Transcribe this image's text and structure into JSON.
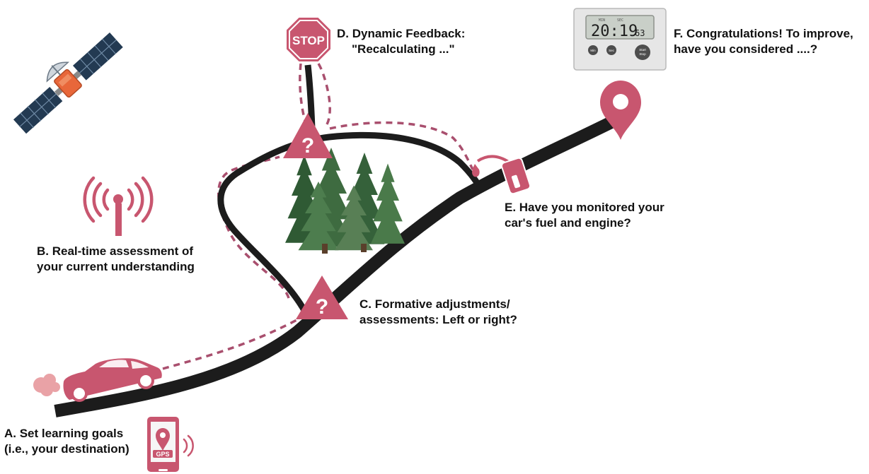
{
  "labels": {
    "a": {
      "line1": "A. Set learning goals",
      "line2": "(i.e., your destination)"
    },
    "b": {
      "line1": "B. Real-time assessment of",
      "line2": "your current understanding"
    },
    "c": {
      "line1": "C. Formative adjustments/",
      "line2": "assessments: Left or right?"
    },
    "d": {
      "line1": "D. Dynamic Feedback:",
      "line2": "\"Recalculating ...\""
    },
    "e": {
      "line1": "E. Have you monitored your",
      "line2": "car's fuel and engine?"
    },
    "f": {
      "line1": "F. Congratulations! To improve,",
      "line2": "have you considered ....?"
    }
  },
  "signs": {
    "stop": "STOP",
    "question": "?",
    "gps": "GPS"
  },
  "timer": {
    "time": "20:19",
    "hundredths": "63",
    "mode_left": "MIN",
    "mode_right": "SEC",
    "btn_min": "Min",
    "btn_sec": "Sec",
    "btn_start_line1": "Start",
    "btn_start_line2": "Stop"
  },
  "colors": {
    "accent": "#c8566f",
    "road": "#1c1c1c",
    "tree": "#3e6b40",
    "satellite_panel": "#233a52",
    "satellite_body": "#e8673a"
  },
  "icons": [
    "satellite-icon",
    "signal-tower-icon",
    "stop-sign-icon",
    "question-sign-icon",
    "tree-icon",
    "fuel-pump-icon",
    "location-pin-icon",
    "stopwatch-icon",
    "car-icon",
    "gps-phone-icon"
  ]
}
